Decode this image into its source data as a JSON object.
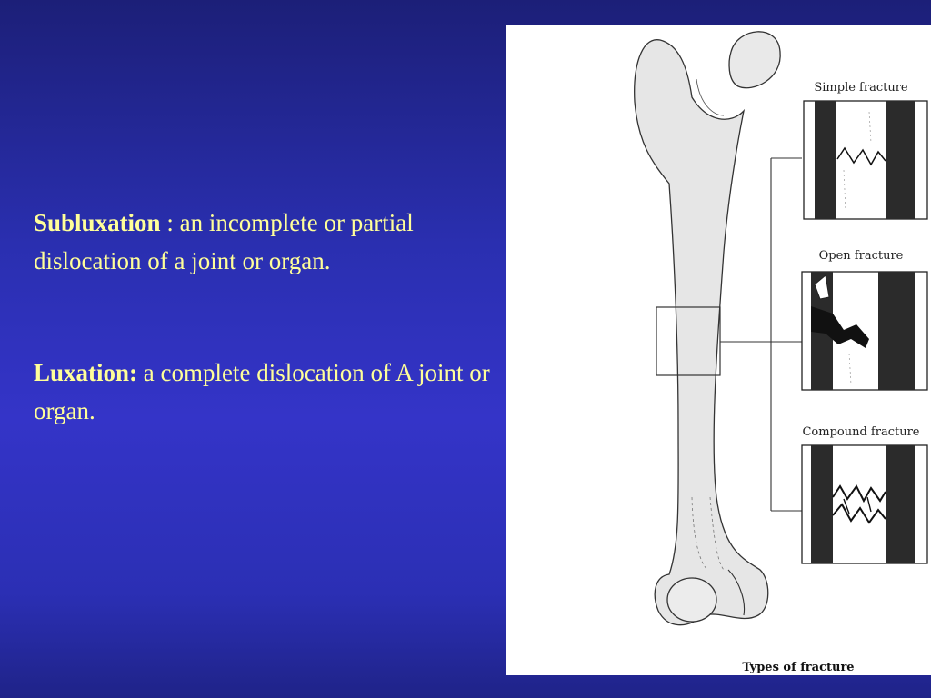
{
  "slide": {
    "subluxation": {
      "term": "Subluxation",
      "definition": " : an incomplete or partial dislocation of a joint or organ."
    },
    "luxation": {
      "term": "Luxation:",
      "definition": " a complete dislocation of A joint or organ."
    }
  },
  "figure": {
    "labels": {
      "simple": "Simple fracture",
      "open": "Open fracture",
      "compound": "Compound  fracture"
    },
    "caption": "Types of fracture"
  }
}
